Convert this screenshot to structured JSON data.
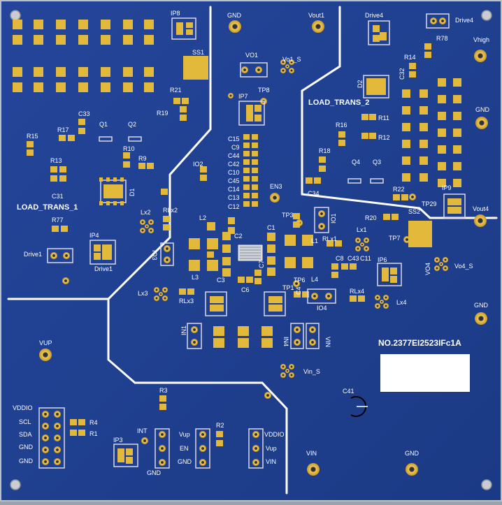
{
  "board": {
    "colors": {
      "pcb": "#1f3f8e",
      "pcb_edge": "#27479a",
      "silk": "#ffffff",
      "pad": "#e2b93b",
      "outline": "#d9d9e6",
      "frame": "#b9c0c8"
    },
    "part_number": "NO.2377EI2523IFc1A",
    "load_trans_left": "LOAD_TRANS_1",
    "load_trans_right": "LOAD_TRANS_2",
    "labels": [
      "IP8",
      "SS1",
      "R21",
      "R19",
      "C33",
      "Q1",
      "Q2",
      "R15",
      "R17",
      "R10",
      "R9",
      "R13",
      "D1",
      "C31",
      "R77",
      "IP4",
      "Drive1",
      "Drive1",
      "GND",
      "Vout1",
      "VO1",
      "Vo1_S",
      "IP7",
      "TP8",
      "C15",
      "C9",
      "C44",
      "C42",
      "C10",
      "C45",
      "C14",
      "C13",
      "C12",
      "IO2",
      "EN3",
      "Drive4",
      "Drive4",
      "R78",
      "Vhigh",
      "R14",
      "C32",
      "D2",
      "R11",
      "R16",
      "R12",
      "R18",
      "Q4",
      "Q3",
      "C34",
      "R22",
      "TP29",
      "IP9",
      "GND",
      "Vout4",
      "SS2",
      "R20",
      "Lx2",
      "RLx2",
      "L2",
      "C2",
      "C1",
      "TP3",
      "IO1",
      "L1",
      "RLx1",
      "Lx1",
      "IO3",
      "L3",
      "C3",
      "C7",
      "C6",
      "TP6",
      "L4",
      "TP1",
      "C8",
      "C43",
      "C11",
      "IP6",
      "VO4",
      "Vo4_S",
      "TP7",
      "Lx3",
      "RLx3",
      "C4",
      "IO4",
      "RLx4",
      "Lx4",
      "GND",
      "IN1",
      "IN4",
      "VIN",
      "VUP",
      "Vin_S",
      "C41",
      "R3",
      "R4",
      "R1",
      "R2",
      "INT",
      "IP3",
      "GND",
      "Vup",
      "EN",
      "GND",
      "VDDIO",
      "Vup",
      "VIN",
      "VDDIO",
      "SCL",
      "SDA",
      "GND",
      "GND",
      "VIN",
      "GND"
    ]
  }
}
